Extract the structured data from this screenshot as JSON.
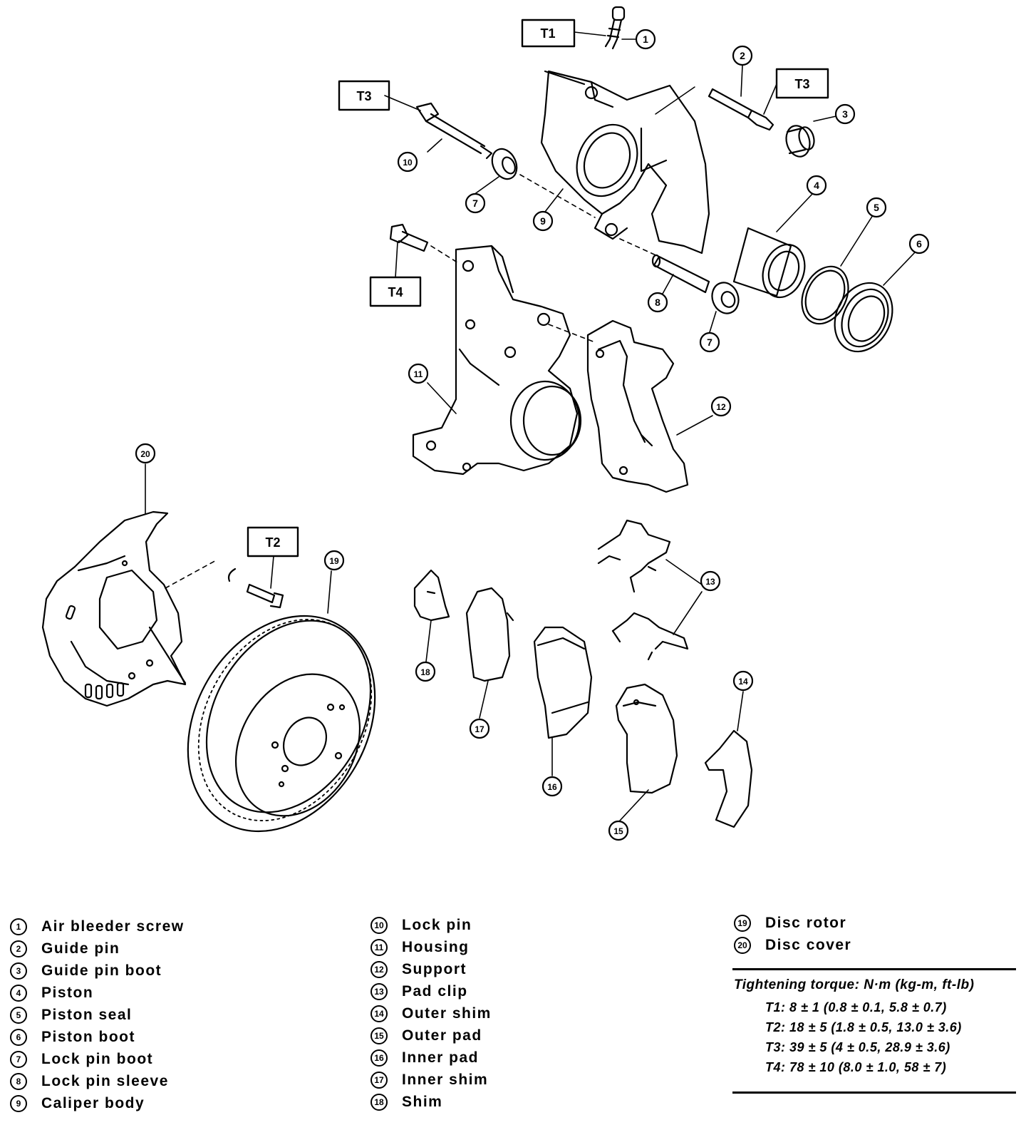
{
  "callouts": [
    "1",
    "2",
    "3",
    "4",
    "5",
    "6",
    "7",
    "8",
    "9",
    "10",
    "11",
    "12",
    "13",
    "14",
    "15",
    "16",
    "17",
    "18",
    "19",
    "20"
  ],
  "torque_tags": {
    "t1": "T1",
    "t2": "T2",
    "t3": "T3",
    "t4": "T4"
  },
  "legend": {
    "col1": [
      {
        "num": "1",
        "label": "Air bleeder screw"
      },
      {
        "num": "2",
        "label": "Guide pin"
      },
      {
        "num": "3",
        "label": "Guide pin boot"
      },
      {
        "num": "4",
        "label": "Piston"
      },
      {
        "num": "5",
        "label": "Piston seal"
      },
      {
        "num": "6",
        "label": "Piston boot"
      },
      {
        "num": "7",
        "label": "Lock pin boot"
      },
      {
        "num": "8",
        "label": "Lock pin sleeve"
      },
      {
        "num": "9",
        "label": "Caliper body"
      }
    ],
    "col2": [
      {
        "num": "10",
        "label": "Lock pin"
      },
      {
        "num": "11",
        "label": "Housing"
      },
      {
        "num": "12",
        "label": "Support"
      },
      {
        "num": "13",
        "label": "Pad clip"
      },
      {
        "num": "14",
        "label": "Outer shim"
      },
      {
        "num": "15",
        "label": "Outer pad"
      },
      {
        "num": "16",
        "label": "Inner pad"
      },
      {
        "num": "17",
        "label": "Inner shim"
      },
      {
        "num": "18",
        "label": "Shim"
      }
    ],
    "col3": [
      {
        "num": "19",
        "label": "Disc rotor"
      },
      {
        "num": "20",
        "label": "Disc cover"
      }
    ]
  },
  "torque": {
    "title": "Tightening torque: N·m (kg-m, ft-lb)",
    "rows": [
      "T1: 8 ± 1 (0.8 ± 0.1, 5.8 ± 0.7)",
      "T2: 18 ± 5 (1.8 ± 0.5, 13.0 ± 3.6)",
      "T3: 39 ± 5 (4 ± 0.5, 28.9 ± 3.6)",
      "T4: 78 ± 10 (8.0 ± 1.0, 58 ± 7)"
    ]
  }
}
